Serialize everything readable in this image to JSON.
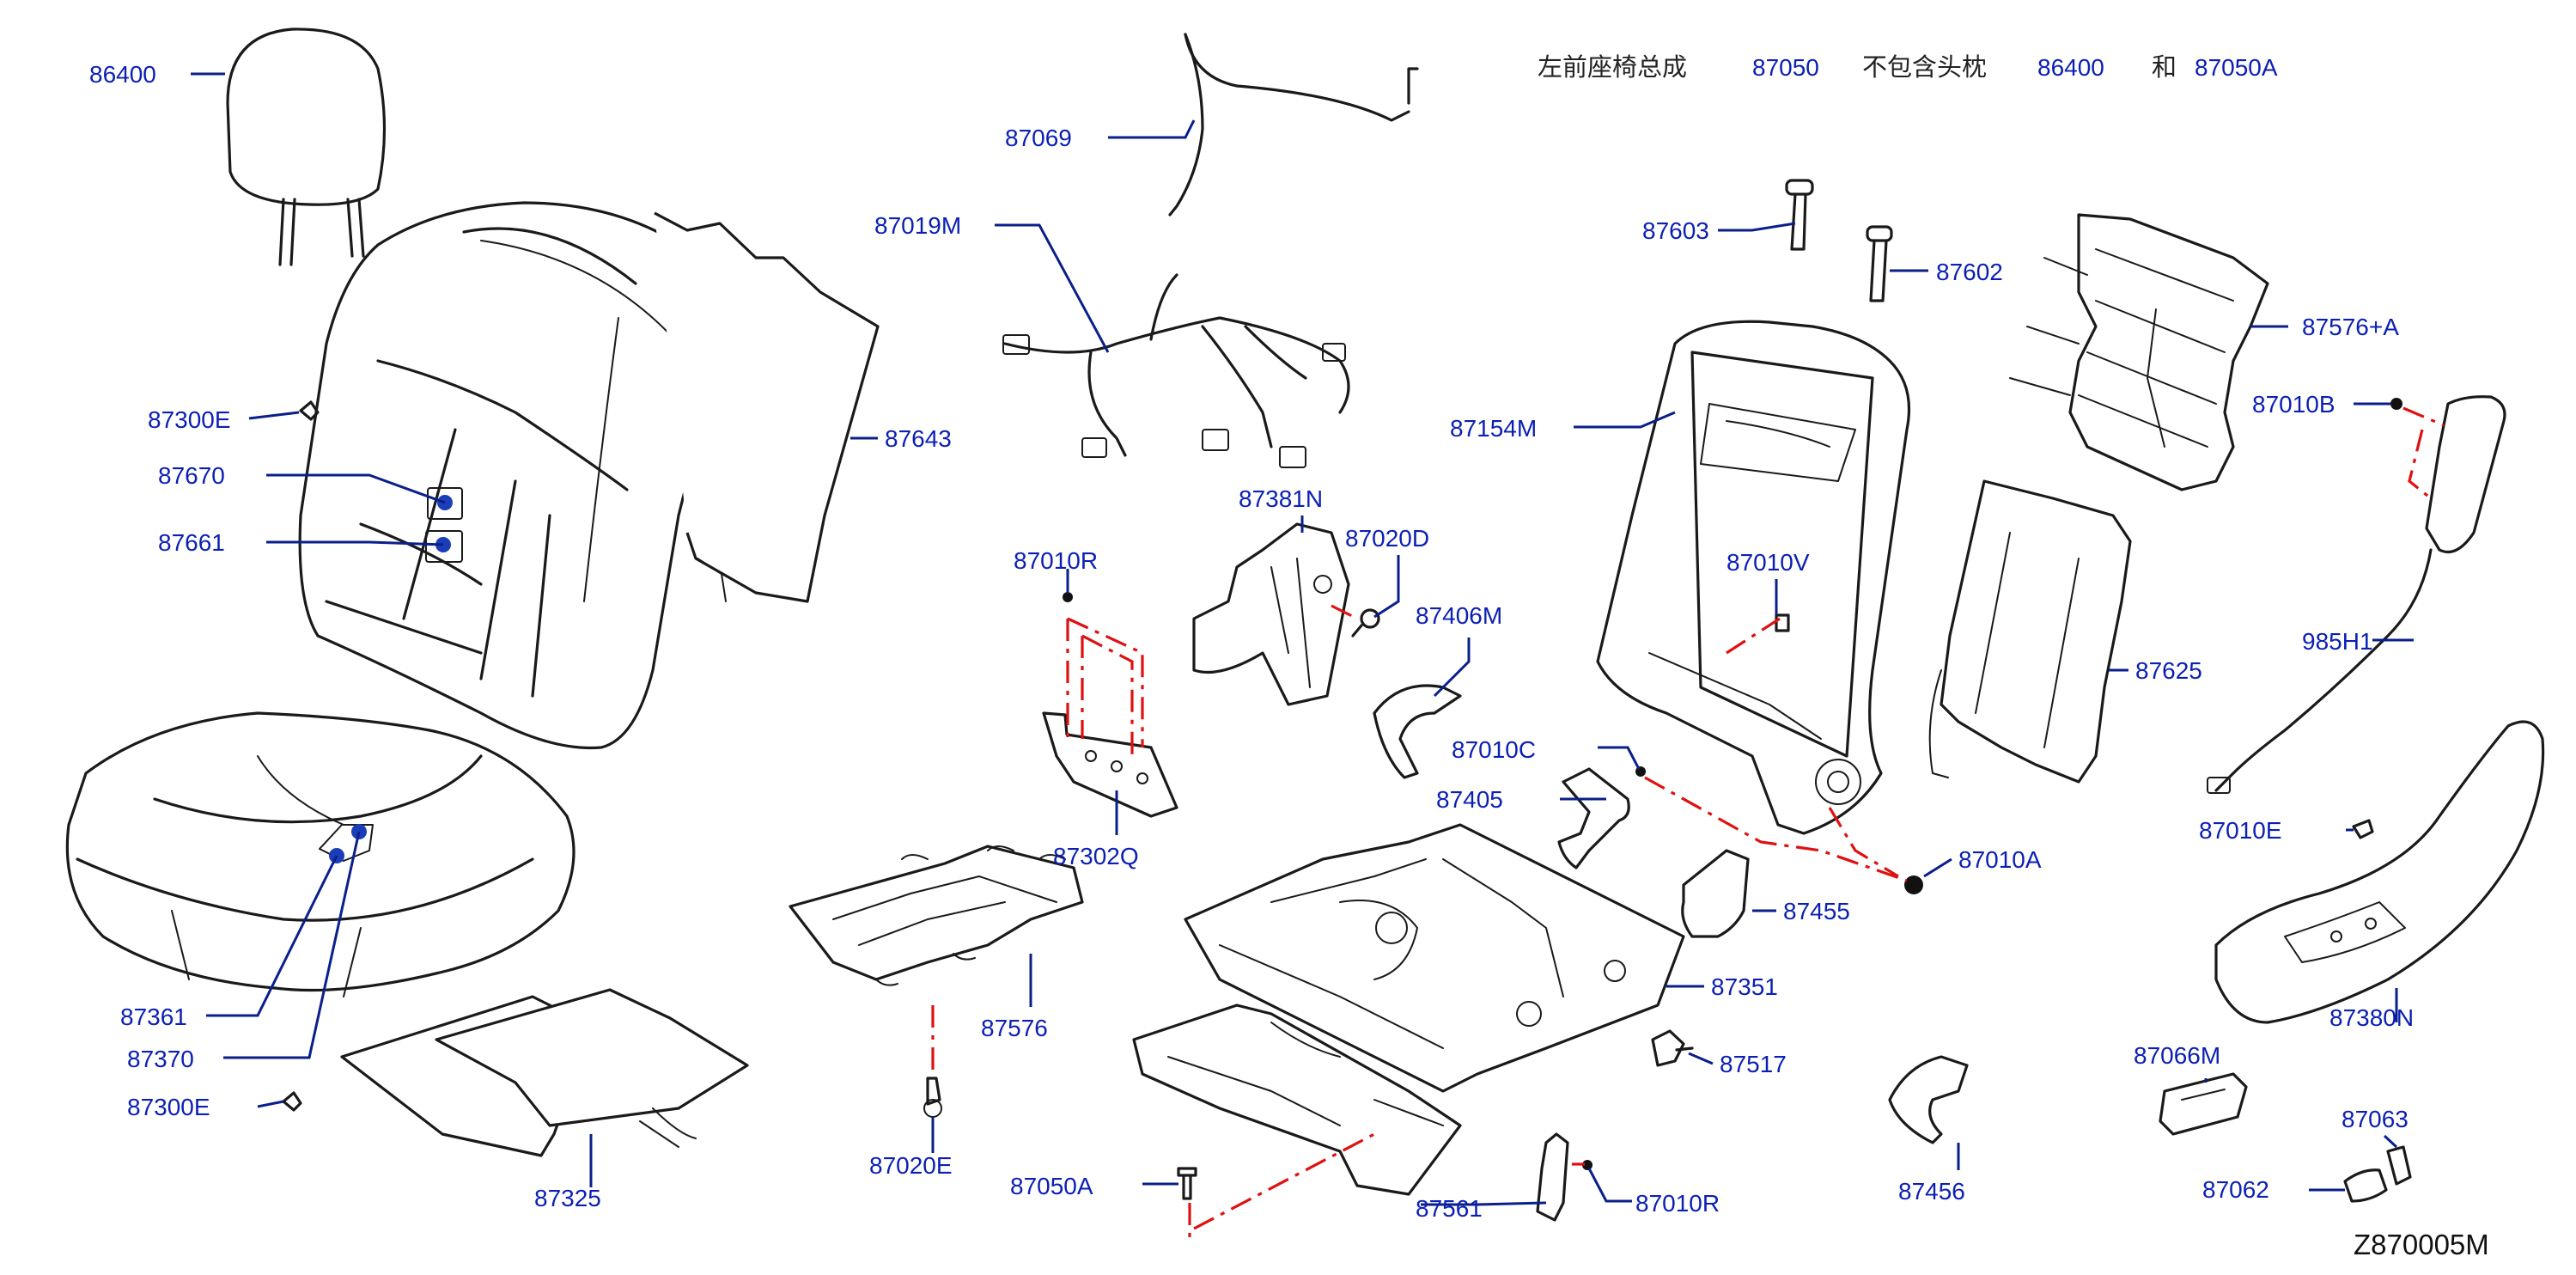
{
  "header": {
    "assembly_label": "左前座椅总成",
    "assembly_code": "87050",
    "exclude_label": "不包含头枕",
    "exclude_code_1": "86400",
    "and_label": "和",
    "exclude_code_2": "87050A"
  },
  "diagram_ref": "Z870005M",
  "parts": {
    "p86400": "86400",
    "p87300E_a": "87300E",
    "p87670": "87670",
    "p87661": "87661",
    "p87643": "87643",
    "p87361": "87361",
    "p87370": "87370",
    "p87300E_b": "87300E",
    "p87325": "87325",
    "p87069": "87069",
    "p87019M": "87019M",
    "p87381N": "87381N",
    "p87020D": "87020D",
    "p87010R_a": "87010R",
    "p87406M": "87406M",
    "p87302Q": "87302Q",
    "p87576": "87576",
    "p87020E": "87020E",
    "p87050A": "87050A",
    "p87561": "87561",
    "p87010R_b": "87010R",
    "p87603": "87603",
    "p87602": "87602",
    "p87154M": "87154M",
    "p87010V": "87010V",
    "p87010C": "87010C",
    "p87405": "87405",
    "p87455": "87455",
    "p87010A": "87010A",
    "p87351": "87351",
    "p87517": "87517",
    "p87456": "87456",
    "p87576A": "87576+A",
    "p87010B": "87010B",
    "p985H1": "985H1",
    "p87625": "87625",
    "p87010E": "87010E",
    "p87380N": "87380N",
    "p87066M": "87066M",
    "p87063": "87063",
    "p87062": "87062"
  }
}
